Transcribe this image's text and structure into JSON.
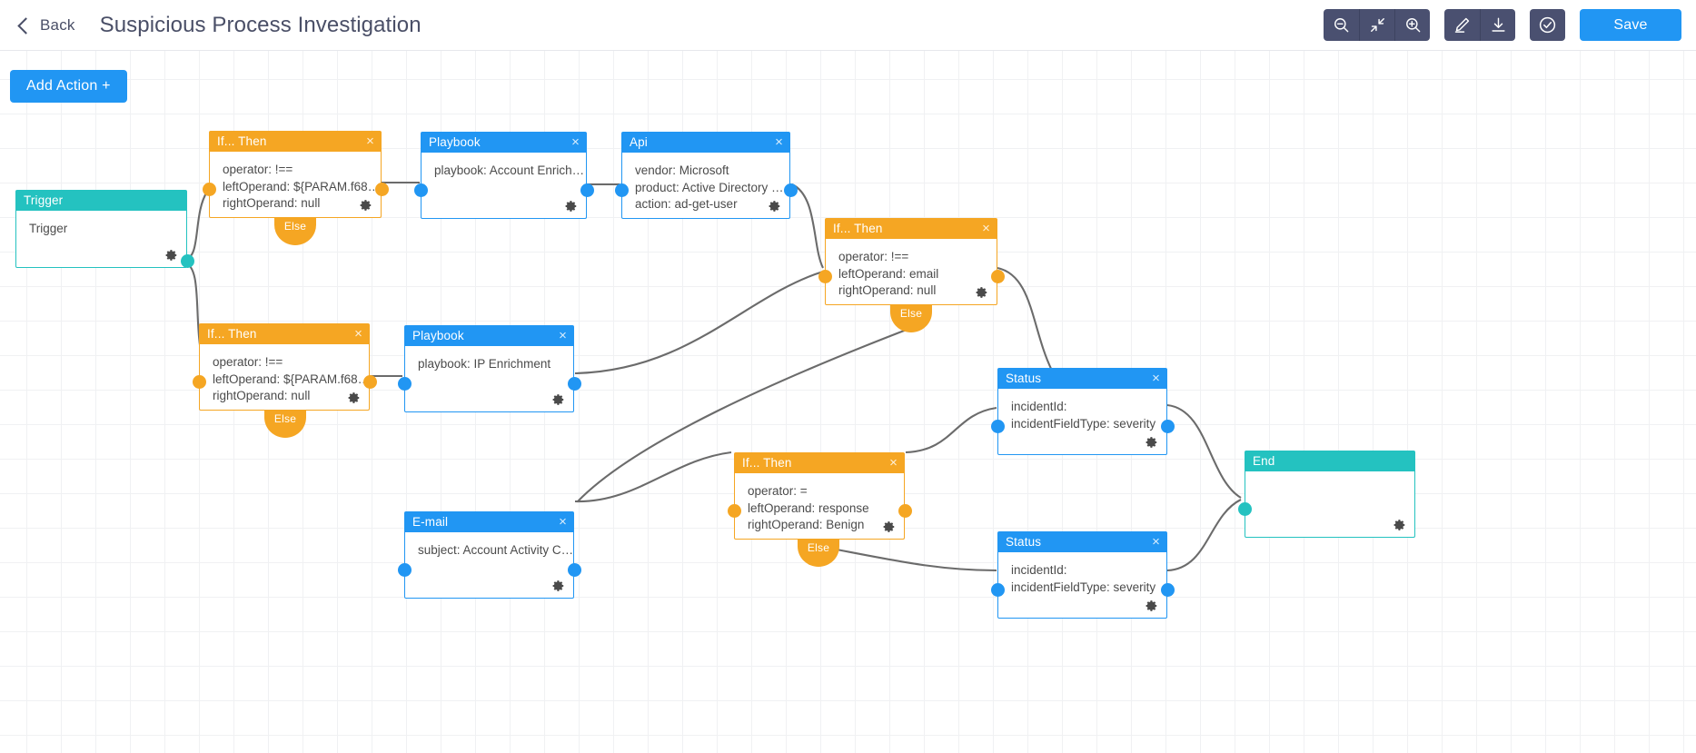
{
  "header": {
    "back_label": "Back",
    "title": "Suspicious Process Investigation",
    "save_label": "Save",
    "icons": [
      "zoom-out-icon",
      "fit-screen-icon",
      "zoom-in-icon",
      "edit-pencil-icon",
      "download-icon",
      "check-circle-icon"
    ]
  },
  "canvas": {
    "add_action_label": "Add Action +",
    "else_label": "Else",
    "close_glyph": "×"
  },
  "nodes": [
    {
      "id": "trigger",
      "type": "trigger",
      "title": "Trigger",
      "lines": [
        "Trigger"
      ],
      "closable": false
    },
    {
      "id": "if-1",
      "type": "condition",
      "title": "If... Then",
      "lines": [
        "operator: !==",
        "leftOperand: ${PARAM.f68…",
        "rightOperand: null"
      ],
      "closable": true,
      "else": "Else"
    },
    {
      "id": "playbook-1",
      "type": "playbook",
      "title": "Playbook",
      "lines": [
        "playbook: Account Enrich…"
      ],
      "closable": true
    },
    {
      "id": "api-1",
      "type": "api",
      "title": "Api",
      "lines": [
        "vendor: Microsoft",
        "product: Active Directory …",
        "action: ad-get-user"
      ],
      "closable": true
    },
    {
      "id": "if-2",
      "type": "condition",
      "title": "If... Then",
      "lines": [
        "operator: !==",
        "leftOperand: email",
        "rightOperand: null"
      ],
      "closable": true,
      "else": "Else"
    },
    {
      "id": "if-3",
      "type": "condition",
      "title": "If... Then",
      "lines": [
        "operator: !==",
        "leftOperand: ${PARAM.f68…",
        "rightOperand: null"
      ],
      "closable": true,
      "else": "Else"
    },
    {
      "id": "playbook-2",
      "type": "playbook",
      "title": "Playbook",
      "lines": [
        "playbook: IP Enrichment"
      ],
      "closable": true
    },
    {
      "id": "status-1",
      "type": "status",
      "title": "Status",
      "lines": [
        "incidentId:",
        "incidentFieldType: severity"
      ],
      "closable": true
    },
    {
      "id": "if-4",
      "type": "condition",
      "title": "If... Then",
      "lines": [
        "operator: =",
        "leftOperand: response",
        "rightOperand: Benign"
      ],
      "closable": true,
      "else": "Else"
    },
    {
      "id": "email-1",
      "type": "email",
      "title": "E-mail",
      "lines": [
        "subject: Account Activity C…"
      ],
      "closable": true
    },
    {
      "id": "status-2",
      "type": "status",
      "title": "Status",
      "lines": [
        "incidentId:",
        "incidentFieldType: severity"
      ],
      "closable": true
    },
    {
      "id": "end",
      "type": "end",
      "title": "End",
      "lines": [],
      "closable": false
    }
  ],
  "colors": {
    "orange": "#f5a623",
    "blue": "#2196f3",
    "teal": "#24c2c0",
    "header_text": "#4a4f67",
    "toolbar_button": "#4a5070",
    "edge": "#6b6b6b",
    "grid": "#f0f1f3"
  }
}
